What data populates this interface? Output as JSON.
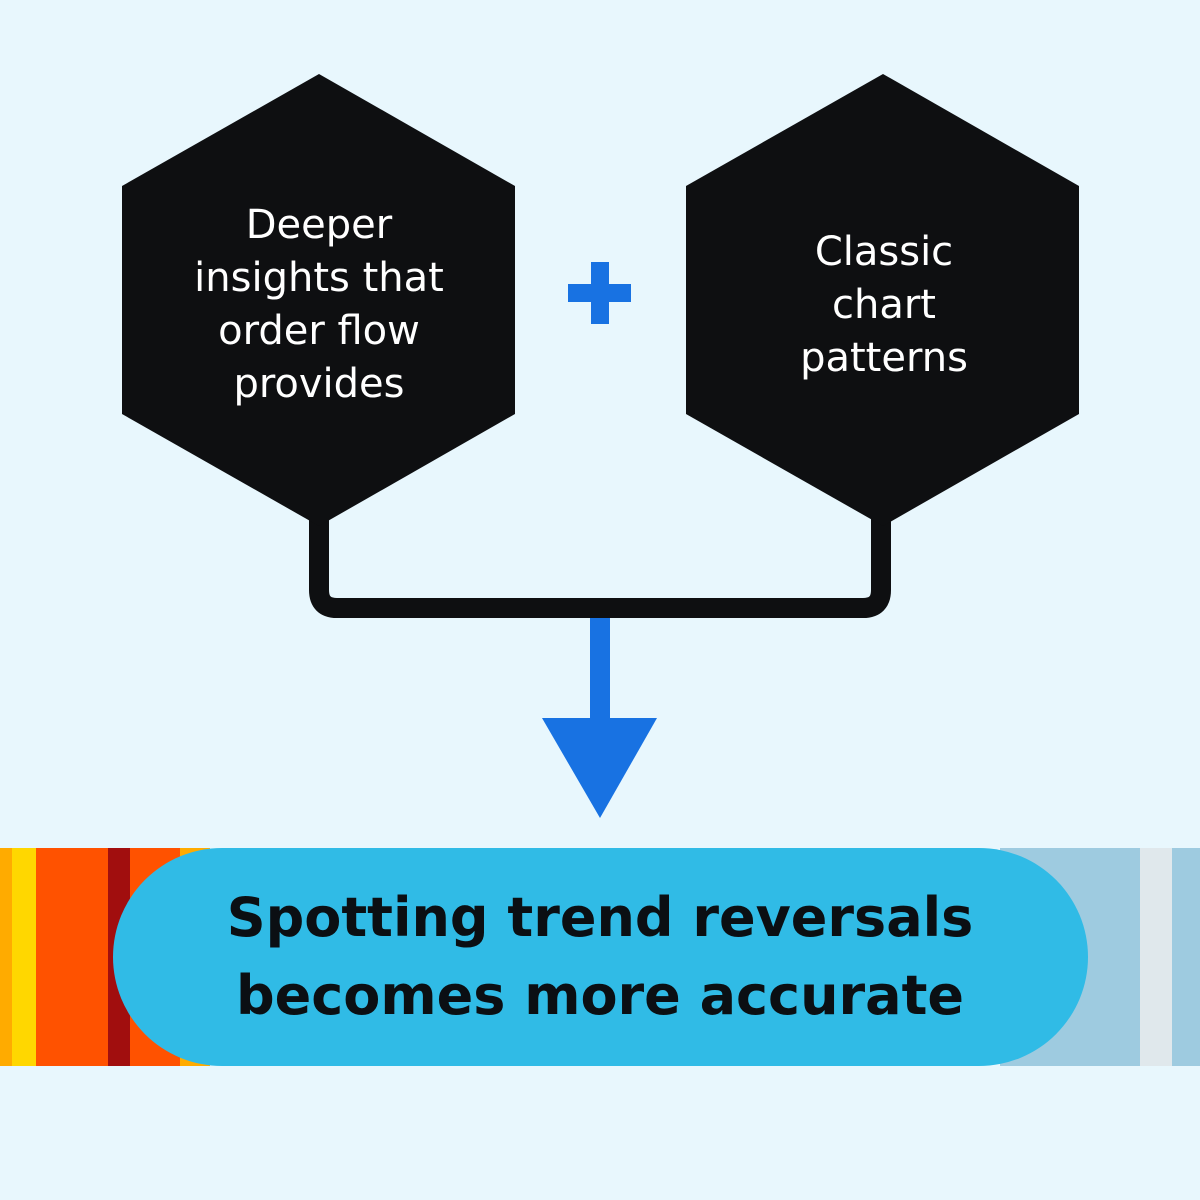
{
  "diagram": {
    "left_box": {
      "label": "Deeper\ninsights that\norder flow\nprovides"
    },
    "operator": "+",
    "right_box": {
      "label": "Classic\nchart\npatterns"
    },
    "result": {
      "label": "Spotting trend reversals\nbecomes more accurate"
    }
  },
  "colors": {
    "background": "#e8f7fd",
    "hexagon": "#0e0f11",
    "connector": "#0e0f11",
    "accent_blue": "#1872e2",
    "result_pill": "#30bbe6",
    "warm_stripes": [
      "#ffab00",
      "#ffd700",
      "#ff5200",
      "#a10e0e",
      "#ff5200",
      "#ffab00"
    ],
    "cool_stripes": [
      "#9ecbe0",
      "#e0e8ec",
      "#9ecbe0"
    ]
  }
}
